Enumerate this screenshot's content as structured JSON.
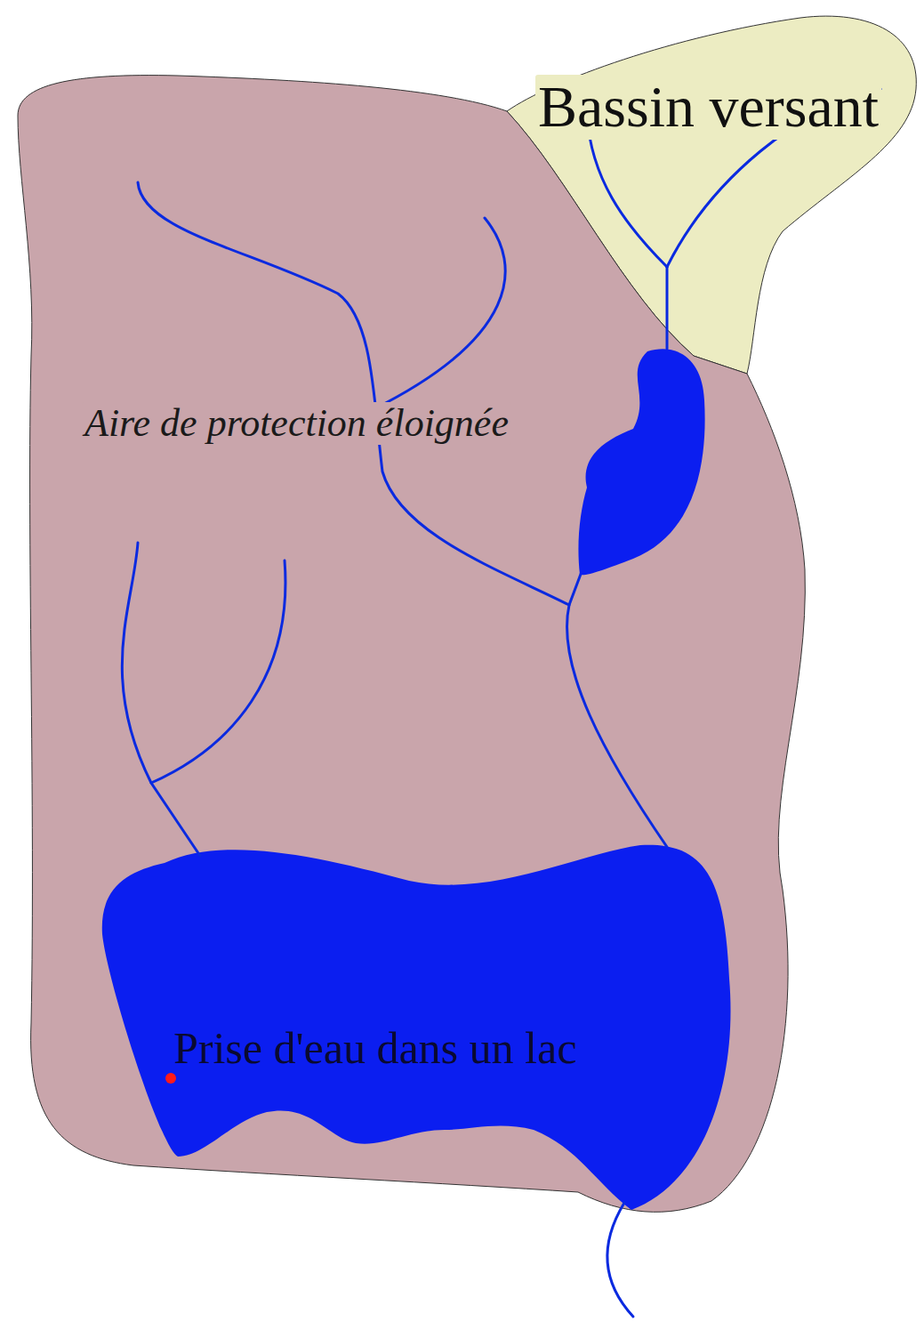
{
  "diagram": {
    "nodes": [
      {
        "text": [
          "Bassin versant"
        ]
      },
      {
        "text": [
          "Aire de protection éloignée"
        ]
      },
      {
        "text": [
          "Prise d'eau dans un lac"
        ],
        "in": 1
      }
    ]
  }
}
